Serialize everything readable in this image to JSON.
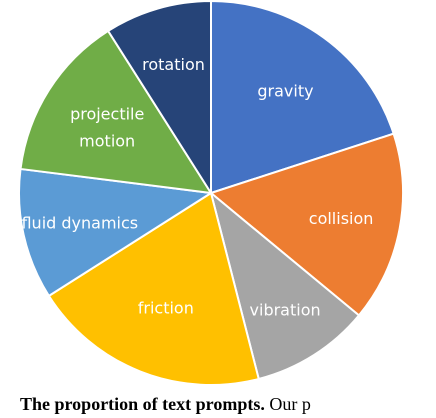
{
  "chart_data": {
    "type": "pie",
    "categories": [
      "gravity",
      "collision",
      "vibration",
      "friction",
      "fluid dynamics",
      "projectile motion",
      "rotation"
    ],
    "values": [
      20,
      16,
      10,
      20,
      11,
      14,
      9
    ],
    "unit": "",
    "colors": [
      "#4472c4",
      "#ed7d31",
      "#a5a5a5",
      "#ffc000",
      "#5b9bd5",
      "#70ad47",
      "#264478"
    ],
    "start_angle_deg": 0,
    "direction": "clockwise"
  },
  "caption": {
    "bold": "The proportion of text prompts.",
    "text": " Our p"
  }
}
